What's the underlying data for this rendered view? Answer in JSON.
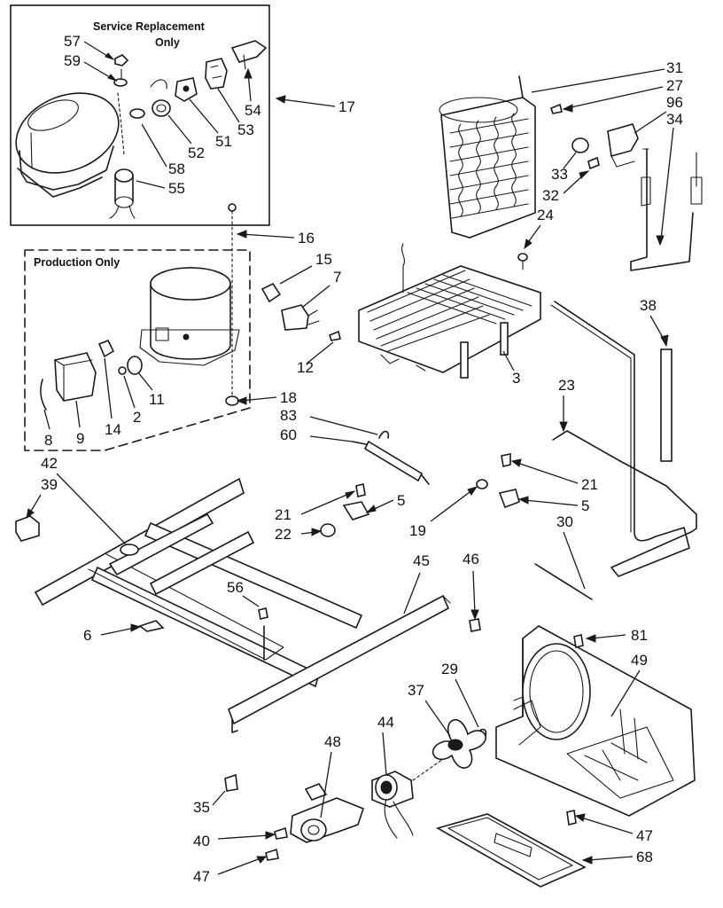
{
  "boxes": {
    "service_title_line1": "Service Replacement",
    "service_title_line2": "Only",
    "production_title": "Production Only"
  },
  "callouts": {
    "c57": "57",
    "c59": "59",
    "c58": "58",
    "c52": "52",
    "c51": "51",
    "c53": "53",
    "c54": "54",
    "c55": "55",
    "c17": "17",
    "c31": "31",
    "c27": "27",
    "c96": "96",
    "c34": "34",
    "c33": "33",
    "c32": "32",
    "c24": "24",
    "c16": "16",
    "c15": "15",
    "c7": "7",
    "c12": "12",
    "c18": "18",
    "c11": "11",
    "c2": "2",
    "c14": "14",
    "c9": "9",
    "c8": "8",
    "c3": "3",
    "c38": "38",
    "c23": "23",
    "c83": "83",
    "c60": "60",
    "c21a": "21",
    "c21b": "21",
    "c5a": "5",
    "c5b": "5",
    "c19": "19",
    "c22": "22",
    "c30": "30",
    "c42": "42",
    "c39": "39",
    "c45": "45",
    "c46": "46",
    "c56": "56",
    "c6": "6",
    "c81": "81",
    "c49": "49",
    "c29": "29",
    "c37": "37",
    "c44": "44",
    "c48": "48",
    "c35": "35",
    "c40": "40",
    "c47a": "47",
    "c47b": "47",
    "c68": "68"
  }
}
